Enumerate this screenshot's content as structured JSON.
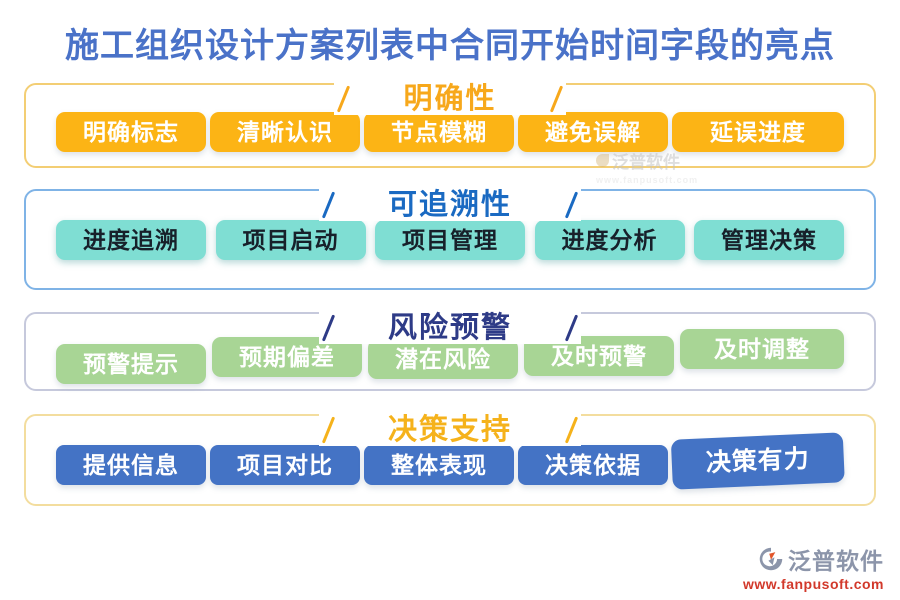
{
  "page": {
    "title": "施工组织设计方案列表中合同开始时间字段的亮点",
    "title_color": "#4A72C8"
  },
  "sections": [
    {
      "heading": "明确性",
      "heading_color": "#F7A81B",
      "border_color": "#F3CE74",
      "button_bg": "#FCB415",
      "button_text_color": "#FFFFFF",
      "items": [
        "明确标志",
        "清晰认识",
        "节点模糊",
        "避免误解",
        "延误进度"
      ]
    },
    {
      "heading": "可追溯性",
      "heading_color": "#1A6AC2",
      "border_color": "#7FB3E6",
      "button_bg": "#7FDED3",
      "button_text_color": "#17202A",
      "items": [
        "进度追溯",
        "项目启动",
        "项目管理",
        "进度分析",
        "管理决策"
      ]
    },
    {
      "heading": "风险预警",
      "heading_color": "#2E3B87",
      "border_color": "#C6C9DC",
      "button_bg": "#A8D595",
      "button_text_color": "#FFFFFF",
      "items": [
        "预警提示",
        "预期偏差",
        "潜在风险",
        "及时预警",
        "及时调整"
      ]
    },
    {
      "heading": "决策支持",
      "heading_color": "#F5B21B",
      "border_color": "#F3DD9E",
      "button_bg": "#4473C5",
      "button_text_color": "#FFFFFF",
      "items": [
        "提供信息",
        "项目对比",
        "整体表现",
        "决策依据",
        "决策有力"
      ]
    }
  ],
  "watermark": {
    "text": "泛普软件",
    "subtext": "www.fanpusoft.com"
  },
  "logo": {
    "name": "泛普软件",
    "url": "www.fanpusoft.com",
    "name_color": "#8C95AA",
    "url_color": "#D2392B"
  }
}
